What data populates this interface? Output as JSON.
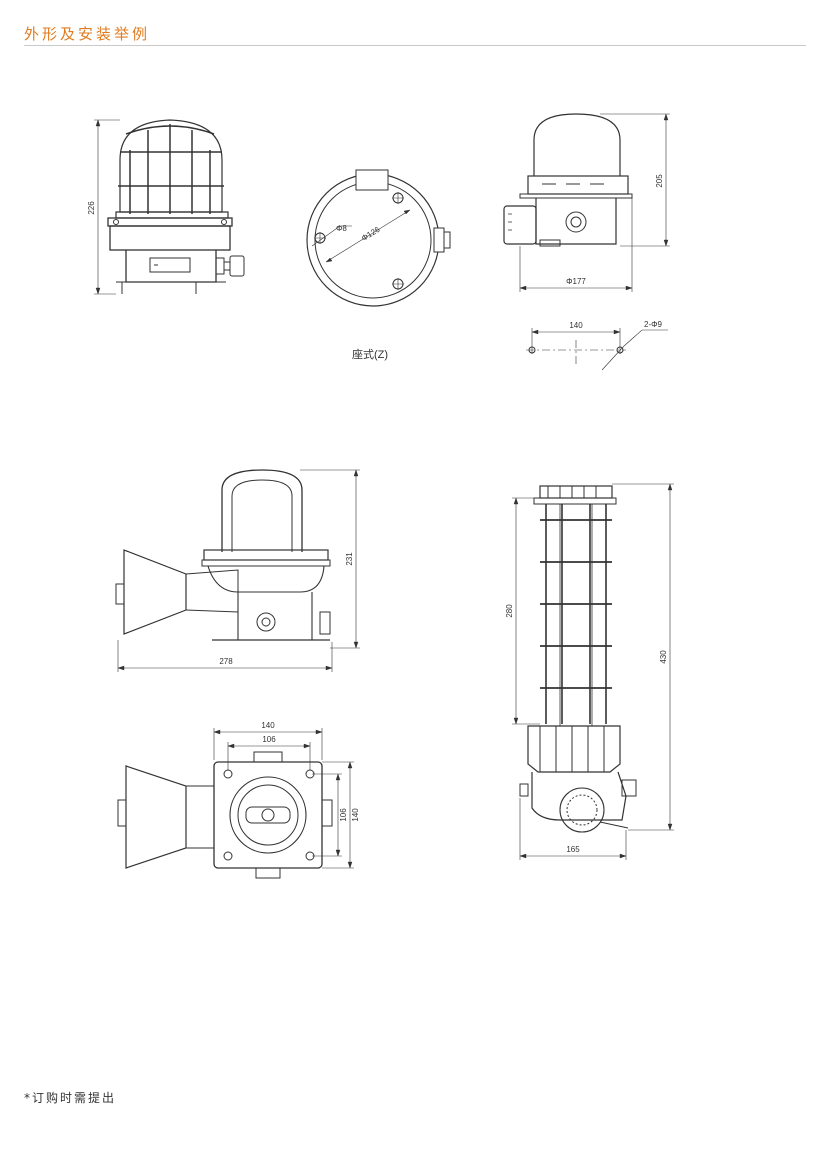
{
  "header": {
    "title": "外形及安装举例",
    "accent_color": "#e07b1f"
  },
  "views": {
    "lamp_caged_side": {
      "height_dim": "226"
    },
    "base_plan": {
      "caption": "座式(Z)",
      "hole_dim": "Φ8",
      "pcd_dim": "Φ126"
    },
    "dome_side": {
      "height_dim": "205",
      "width_dim": "Φ177"
    },
    "mount_holes": {
      "spacing_dim": "140",
      "holes_dim": "2-Φ9"
    },
    "horn_side": {
      "height_dim": "231",
      "length_dim": "278"
    },
    "horn_plan": {
      "outer_w_dim": "140",
      "inner_w_dim": "106",
      "inner_h_dim": "106",
      "outer_h_dim": "140"
    },
    "tube_lamp": {
      "cage_dim": "280",
      "total_dim": "430",
      "base_dim": "165"
    }
  },
  "footer": {
    "note": "*订购时需提出"
  }
}
